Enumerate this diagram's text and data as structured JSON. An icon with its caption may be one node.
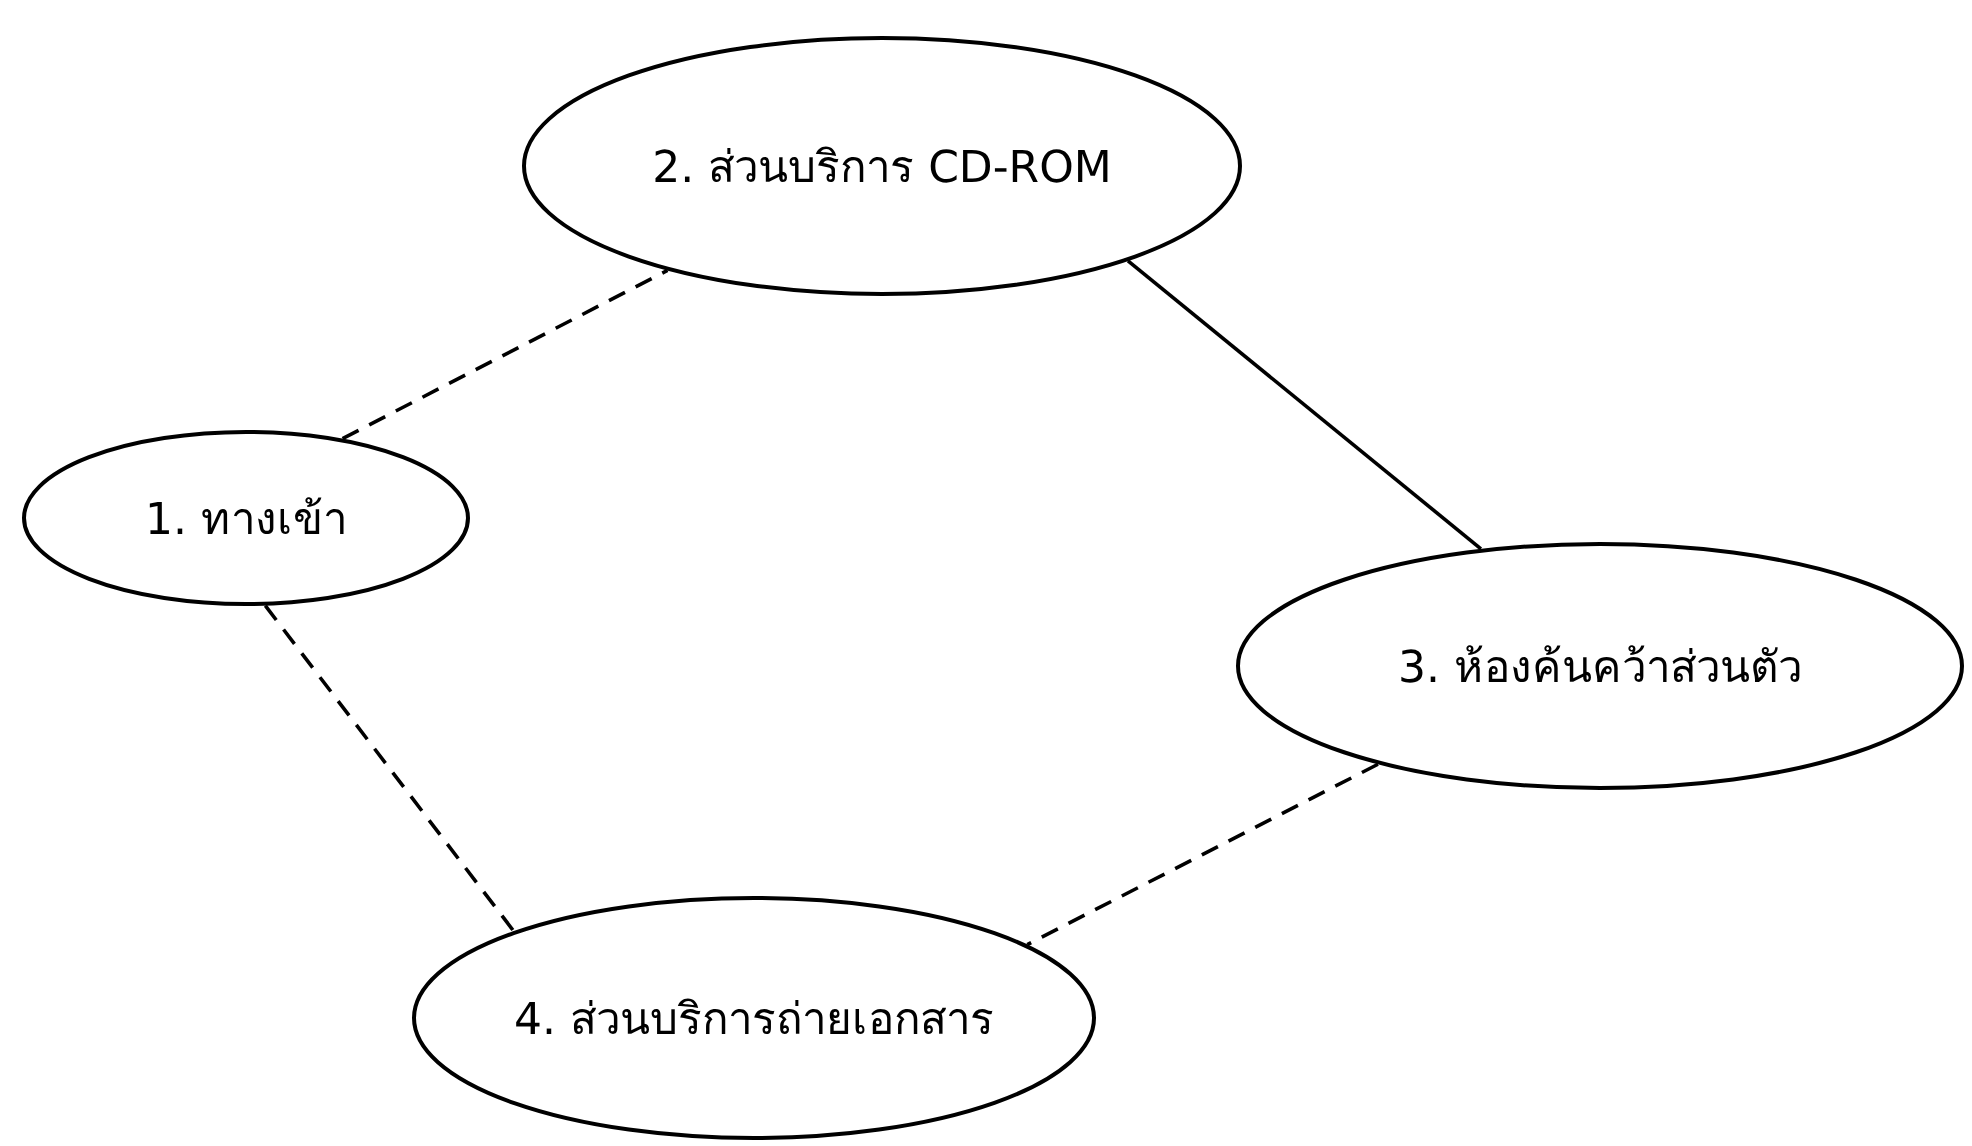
{
  "diagram": {
    "nodes": [
      {
        "text": [
          "1. ทางเข้า"
        ]
      },
      {
        "text": [
          "2. ส่วนบริการ CD-ROM"
        ]
      },
      {
        "text": [
          "3. ห้องค้นคว้าส่วนตัว"
        ]
      },
      {
        "text": [
          "4. ส่วนบริการถ่ายเอกสาร"
        ]
      }
    ],
    "edges": [
      {
        "from": 0,
        "to": 1,
        "arrow": "none",
        "style": "dashed"
      },
      {
        "from": 1,
        "to": 2,
        "arrow": "none"
      },
      {
        "from": 0,
        "to": 3,
        "arrow": "none",
        "style": "dashed"
      },
      {
        "from": 2,
        "to": 3,
        "arrow": "none",
        "style": "dashed"
      }
    ]
  }
}
